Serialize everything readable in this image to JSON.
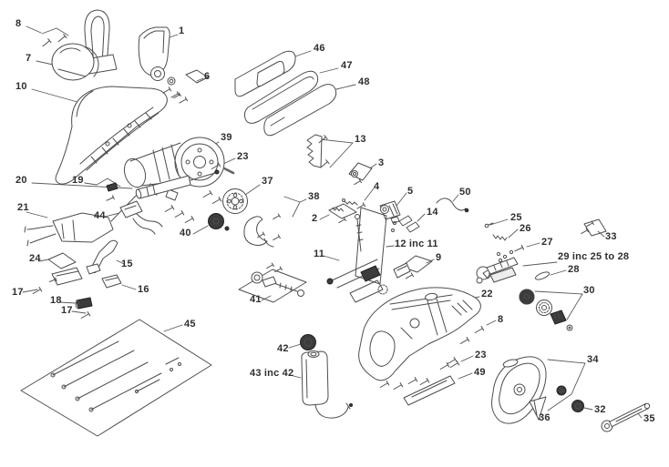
{
  "diagram": {
    "kind": "exploded-parts-diagram",
    "colors": {
      "background": "#ffffff",
      "line": "#4d4d4d",
      "label_text": "#2e2e2e",
      "dark_fill": "#3c3c3c"
    },
    "part_labels": [
      "8",
      "1",
      "7",
      "6",
      "10",
      "46",
      "47",
      "48",
      "39",
      "13",
      "23",
      "3",
      "20",
      "19",
      "37",
      "4",
      "5",
      "50",
      "38",
      "21",
      "44",
      "14",
      "25",
      "2",
      "26",
      "40",
      "27",
      "33",
      "12 inc 11",
      "11",
      "29 inc 25 to 28",
      "24",
      "15",
      "9",
      "28",
      "17",
      "16",
      "30",
      "22",
      "18",
      "17",
      "41",
      "8",
      "45",
      "42",
      "23",
      "43 inc 42",
      "49",
      "34",
      "36",
      "32",
      "35"
    ]
  }
}
